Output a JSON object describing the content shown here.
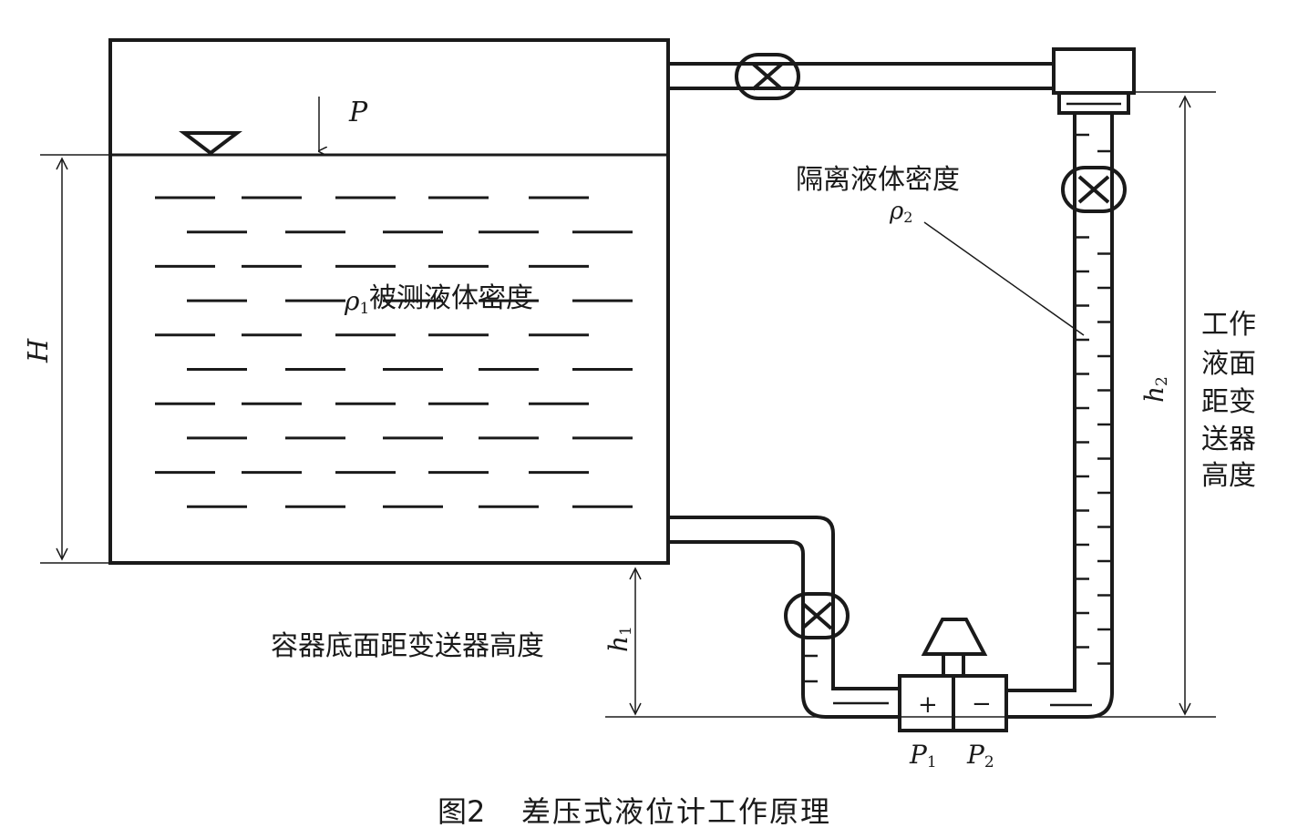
{
  "labels": {
    "pressure": "P",
    "height_H": "H",
    "rho1": "ρ",
    "rho1_sub": "1",
    "measured_density": "被测液体密度",
    "isolation_density": "隔离液体密度",
    "rho2": "ρ",
    "rho2_sub": "2",
    "h1": "h",
    "h1_sub": "1",
    "h2": "h",
    "h2_sub": "2",
    "bottom_height_text": "容器底面距变送器高度",
    "working_level_lines": [
      "工作",
      "液面",
      "距变",
      "送器",
      "高度"
    ],
    "plus": "+",
    "minus": "−",
    "P1": "P",
    "P1_sub": "1",
    "P2": "P",
    "P2_sub": "2"
  },
  "caption": {
    "figure_no": "图2",
    "title": "差压式液位计工作原理"
  },
  "colors": {
    "ink": "#1a1a1a",
    "background": "#ffffff"
  }
}
